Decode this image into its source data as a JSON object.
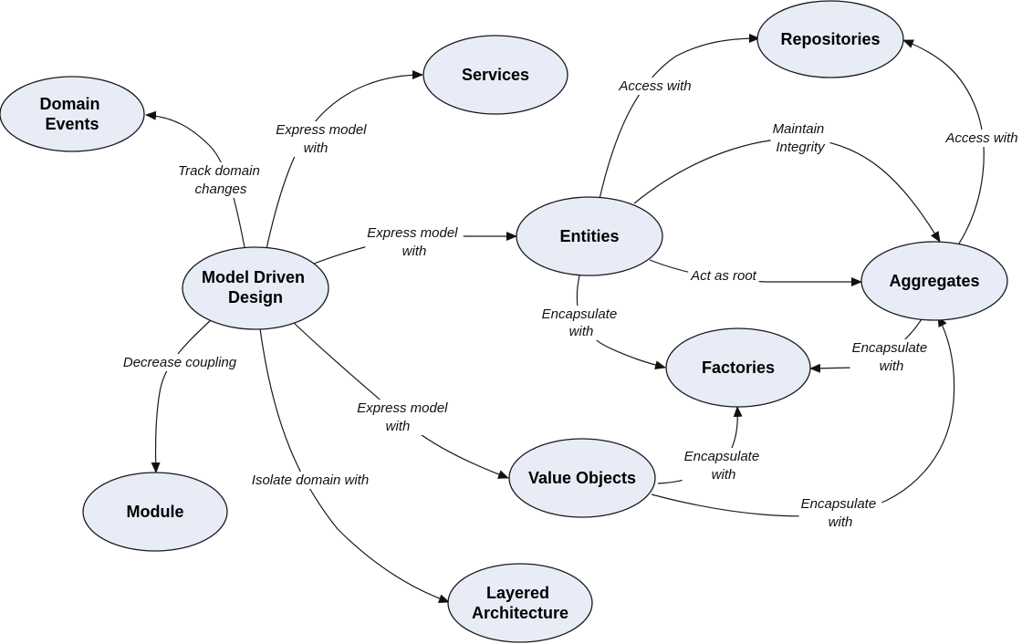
{
  "diagram": {
    "nodes": {
      "domain_events": {
        "lines": [
          "Domain",
          "Events"
        ]
      },
      "services": {
        "lines": [
          "Services"
        ]
      },
      "repositories": {
        "lines": [
          "Repositories"
        ]
      },
      "model_driven_design": {
        "lines": [
          "Model Driven",
          "Design"
        ]
      },
      "entities": {
        "lines": [
          "Entities"
        ]
      },
      "aggregates": {
        "lines": [
          "Aggregates"
        ]
      },
      "factories": {
        "lines": [
          "Factories"
        ]
      },
      "value_objects": {
        "lines": [
          "Value Objects"
        ]
      },
      "module": {
        "lines": [
          "Module"
        ]
      },
      "layered_architecture": {
        "lines": [
          "Layered",
          "Architecture"
        ]
      }
    },
    "edges": {
      "mdd_to_domain_events": {
        "from": "Model Driven Design",
        "to": "Domain Events",
        "lines": [
          "Track domain",
          "changes"
        ]
      },
      "mdd_to_services": {
        "from": "Model Driven Design",
        "to": "Services",
        "lines": [
          "Express model",
          "with"
        ]
      },
      "mdd_to_entities": {
        "from": "Model Driven Design",
        "to": "Entities",
        "lines": [
          "Express model",
          "with"
        ]
      },
      "mdd_to_value_objects": {
        "from": "Model Driven Design",
        "to": "Value Objects",
        "lines": [
          "Express model",
          "with"
        ]
      },
      "mdd_to_module": {
        "from": "Model Driven Design",
        "to": "Module",
        "lines": [
          "Decrease coupling"
        ]
      },
      "mdd_to_layered": {
        "from": "Model Driven Design",
        "to": "Layered Architecture",
        "lines": [
          "Isolate domain with"
        ]
      },
      "entities_to_repositories": {
        "from": "Entities",
        "to": "Repositories",
        "lines": [
          "Access with"
        ]
      },
      "entities_to_aggregates_integrity": {
        "from": "Entities",
        "to": "Aggregates",
        "lines": [
          "Maintain",
          "Integrity"
        ]
      },
      "entities_to_aggregates_root": {
        "from": "Entities",
        "to": "Aggregates",
        "lines": [
          "Act as root"
        ]
      },
      "entities_to_factories": {
        "from": "Entities",
        "to": "Factories",
        "lines": [
          "Encapsulate",
          "with"
        ]
      },
      "aggregates_to_repositories": {
        "from": "Aggregates",
        "to": "Repositories",
        "lines": [
          "Access with"
        ]
      },
      "aggregates_to_factories": {
        "from": "Aggregates",
        "to": "Factories",
        "lines": [
          "Encapsulate",
          "with"
        ]
      },
      "value_objects_to_factories": {
        "from": "Value Objects",
        "to": "Factories",
        "lines": [
          "Encapsulate",
          "with"
        ]
      },
      "value_objects_to_aggregates": {
        "from": "Value Objects",
        "to": "Aggregates",
        "lines": [
          "Encapsulate",
          "with"
        ]
      }
    }
  }
}
